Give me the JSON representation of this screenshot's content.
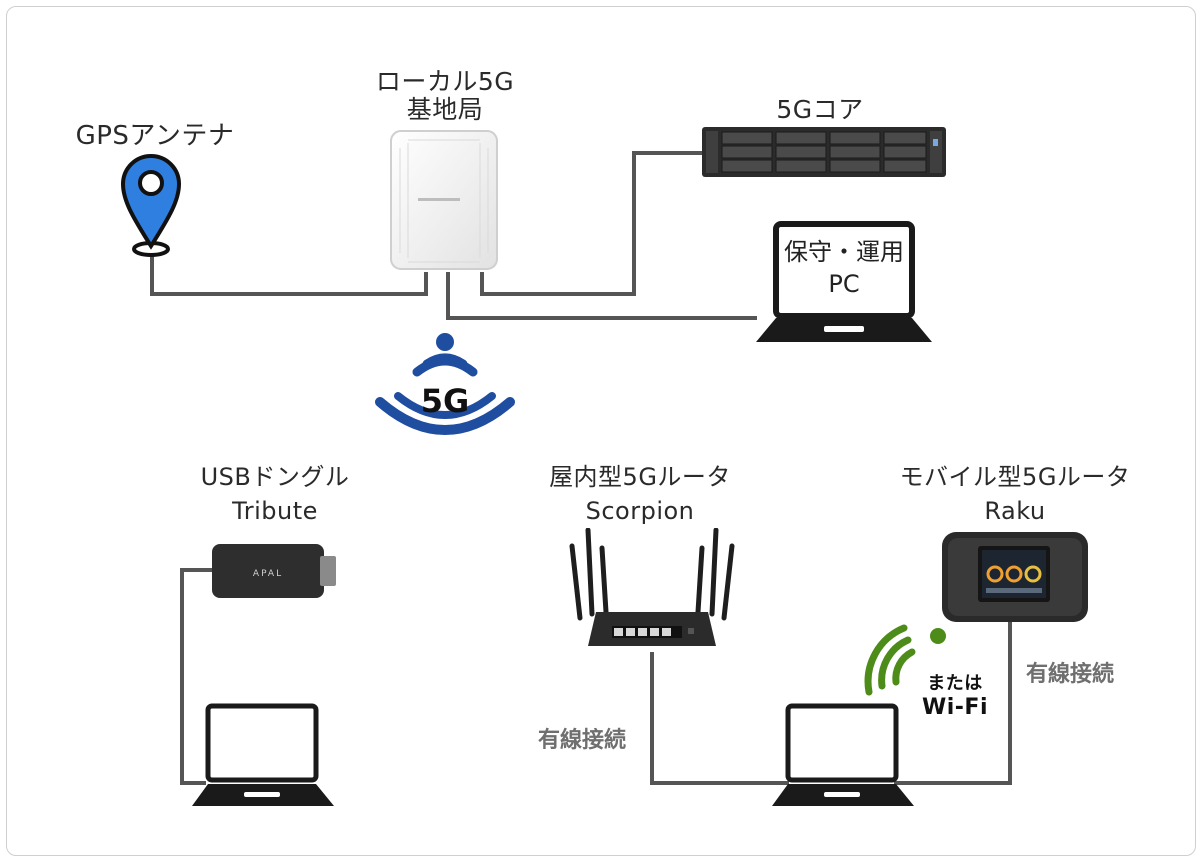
{
  "nodes": {
    "gps": {
      "label": "GPSアンテナ"
    },
    "base_station": {
      "line1": "ローカル5G",
      "line2": "基地局"
    },
    "core": {
      "label": "5Gコア"
    },
    "ops_pc": {
      "line1": "保守・運用",
      "line2": "PC"
    },
    "usb_dongle": {
      "line1": "USBドングル",
      "line2": "Tribute",
      "brand": "APAL"
    },
    "indoor_router": {
      "line1": "屋内型5Gルータ",
      "line2": "Scorpion"
    },
    "mobile_router": {
      "line1": "モバイル型5Gルータ",
      "line2": "Raku"
    }
  },
  "signal": {
    "label": "5G",
    "color": "#1f4da0"
  },
  "wifi": {
    "line1": "または",
    "line2": "Wi-Fi",
    "color": "#4e8c1a"
  },
  "connections": {
    "wired_left": "有線接続",
    "wired_right": "有線接続"
  },
  "colors": {
    "wire": "#555555",
    "pin": "#2f7fe0",
    "laptop": "#1a1a1a"
  }
}
